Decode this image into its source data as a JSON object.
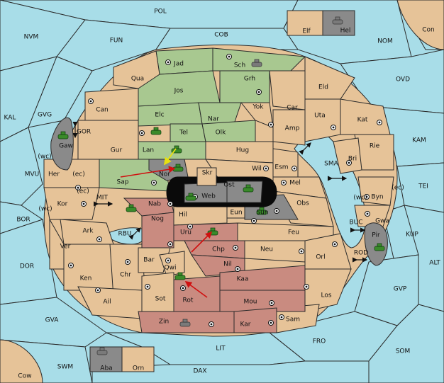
{
  "colors": {
    "sea": "#a8dde8",
    "neutral_land": "#e6c398",
    "green_power": "#a8c890",
    "red_power": "#c98b80",
    "grey_power": "#8a8a8a",
    "order_red": "#d01010",
    "order_yellow": "#e8e010"
  },
  "sea_labels": [
    "POL",
    "NVM",
    "FUN",
    "COB",
    "NOM",
    "Con",
    "OVD",
    "KAL",
    "GVG",
    "KAM",
    "TEI",
    "MVU",
    "BOR",
    "DOR",
    "ALT",
    "KUP",
    "GVP",
    "GVA",
    "FRO",
    "SOM",
    "LIT",
    "SWM",
    "DAX",
    "Cow"
  ],
  "land_labels": [
    "Elf",
    "Hel",
    "Jad",
    "Sch",
    "Qua",
    "Jos",
    "Grh",
    "Eld",
    "Can",
    "Yok",
    "Car",
    "Elc",
    "Nar",
    "Uta",
    "Kat",
    "Tel",
    "Olk",
    "Amp",
    "Gur",
    "Lan",
    "Hug",
    "Rie",
    "Gaw",
    "Bri",
    "Her",
    "Nor",
    "Wil",
    "Esm",
    "Sap",
    "Skr",
    "Ost",
    "Mel",
    "Kor",
    "Nab",
    "Web",
    "Byn",
    "Gwa",
    "Hil",
    "Eun",
    "Sun",
    "Obs",
    "Ark",
    "Nog",
    "Uru",
    "Feu",
    "Pir",
    "Ver",
    "Chp",
    "Neu",
    "Bar",
    "Qwi",
    "Nil",
    "Orl",
    "Ken",
    "Chr",
    "Kaa",
    "Ail",
    "Sot",
    "Rot",
    "Mou",
    "Los",
    "Zin",
    "Kar",
    "Sam",
    "Aba",
    "Orn"
  ],
  "strait_labels": [
    "GOR",
    "MIT",
    "RBU",
    "SMA",
    "BUC",
    "ROD"
  ],
  "coast_labels": [
    "(wc)",
    "(ec)",
    "(ec)",
    "(wc)",
    "(wc)",
    "(ec)"
  ]
}
